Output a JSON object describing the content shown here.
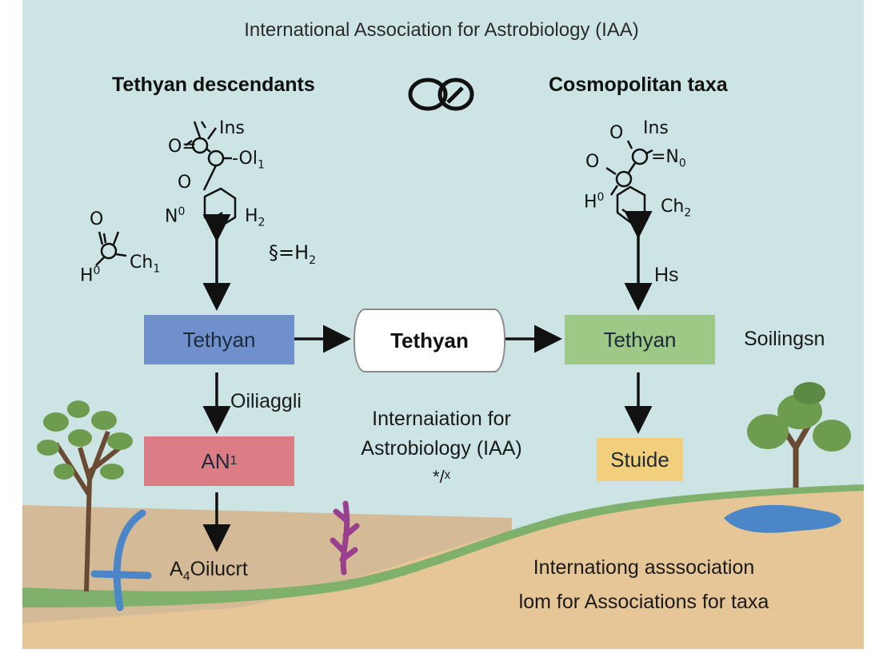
{
  "title": "International Association for Astrobiology (IAA)",
  "headings": {
    "left": "Tethyan descendants",
    "right": "Cosmopolitan taxa"
  },
  "symbol": "∞",
  "molecule_left": {
    "a1": "\\/",
    "a2": "Ins",
    "a3": "O=",
    "a4": "-Ol",
    "a4sub": "1",
    "a5": "O",
    "a6": "N",
    "a6sup": "0",
    "a7": "H",
    "a7sub": "2"
  },
  "molecule_small": {
    "o": "O",
    "h": "H",
    "hsup": "0",
    "ch": "Ch",
    "chsub": "1"
  },
  "molecule_sym": {
    "glyph": "§",
    "text": "=H",
    "sub": "2"
  },
  "molecule_right": {
    "r1": "O",
    "r2": "Ins",
    "r3": "=N",
    "r3sub": "0",
    "r4": "O",
    "r5": "H",
    "r5sup": "0",
    "r6": "Ch",
    "r6sub": "2"
  },
  "boxes": {
    "left": "Tethyan",
    "center": "Tethyan",
    "right": "Tethyan",
    "an": "AN",
    "an_sub": "1",
    "stuide": "Stuide"
  },
  "labels": {
    "hs": "Hs",
    "soilings": "Soilingsn",
    "oiliaggli": "Oiliaggli",
    "center_line1": "Internaiation for",
    "center_line2": "Astrobiology (IAA)",
    "center_line3": "*/ˣ",
    "bottom_left_a": "A",
    "bottom_left_sub": "4",
    "bottom_left_rest": "Oilucrt",
    "bottom_right_line1": "Internationg asssociation",
    "bottom_right_line2": "lom for Associations for taxa"
  },
  "colors": {
    "sky": "#cde4e5",
    "ground_left": "#d5ba98",
    "ground_right": "#e6c597",
    "grass": "#7fb06c",
    "box_blue": "#6f90cc",
    "box_green": "#9dc886",
    "box_red": "#dc7d86",
    "box_yellow": "#f2cf7c",
    "coral": "#9a3e8e",
    "water": "#4a86c8"
  }
}
